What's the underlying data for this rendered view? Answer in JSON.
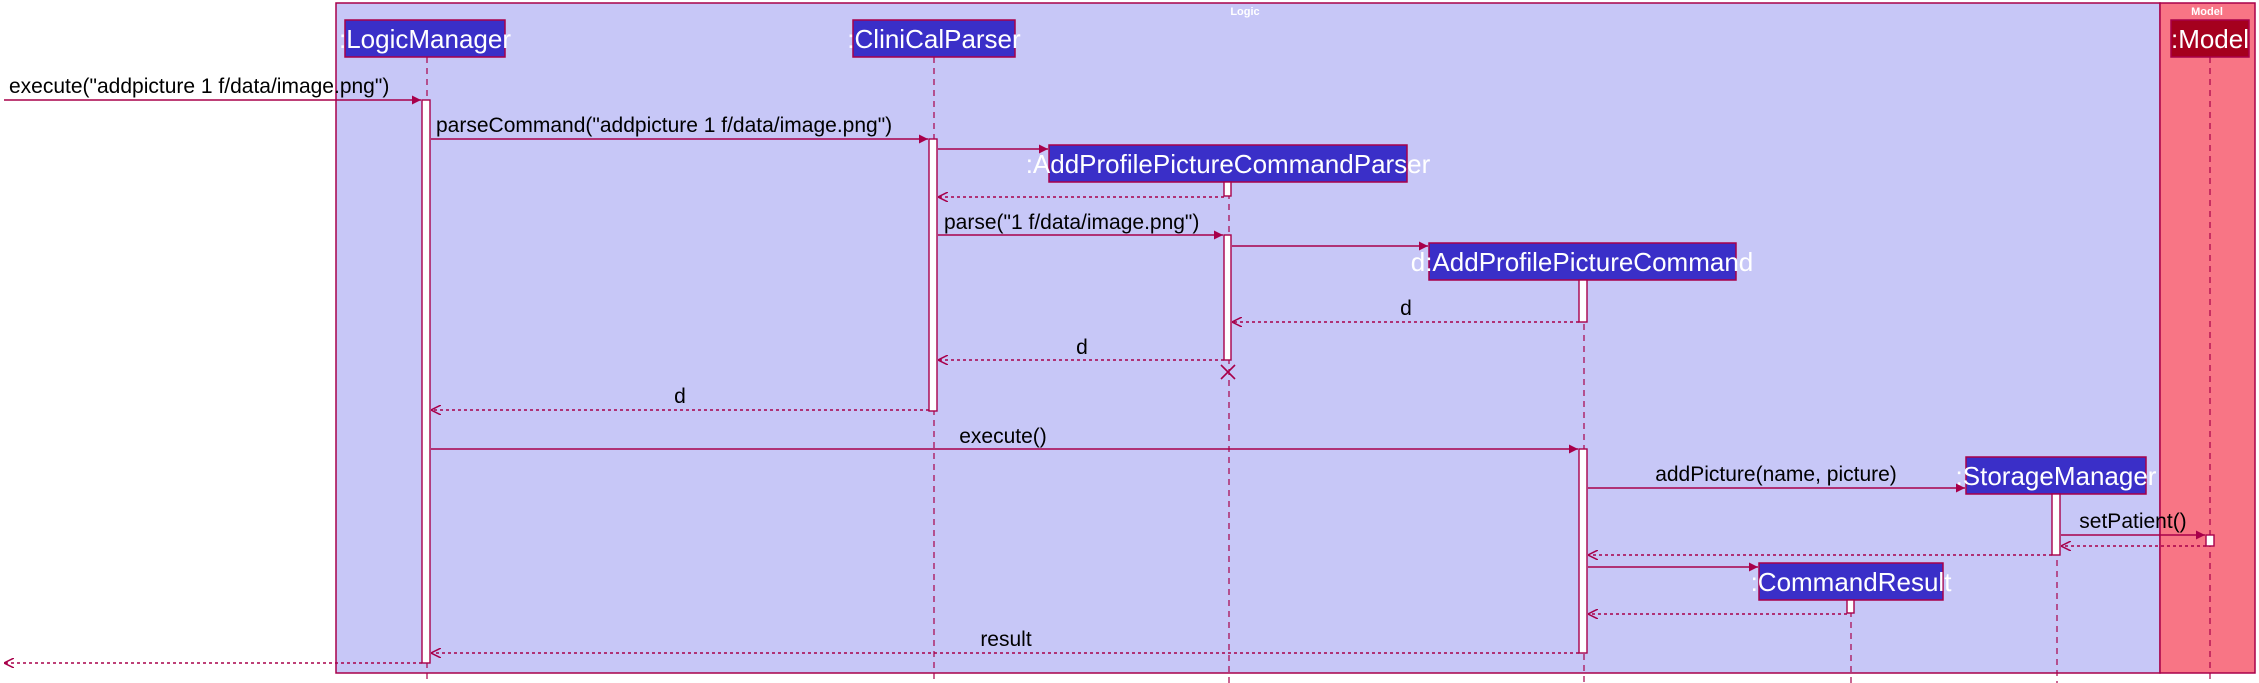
{
  "frames": {
    "logic": "Logic",
    "model": "Model"
  },
  "participants": {
    "logic_manager": ":LogicManager",
    "clinical_parser": ":CliniCalParser",
    "add_profile_picture_command_parser": ":AddProfilePictureCommandParser",
    "add_profile_picture_command": "d:AddProfilePictureCommand",
    "storage_manager": ":StorageManager",
    "command_result": ":CommandResult",
    "model": ":Model"
  },
  "messages": {
    "execute_call": "execute(\"addpicture 1 f/data/image.png\")",
    "parse_command": "parseCommand(\"addpicture 1 f/data/image.png\")",
    "parse": "parse(\"1 f/data/image.png\")",
    "return_d_1": "d",
    "return_d_2": "d",
    "return_d_3": "d",
    "execute": "execute()",
    "add_picture": "addPicture(name, picture)",
    "set_patient": "setPatient()",
    "result": "result"
  },
  "colors": {
    "logic_frame": "#c7c7f7",
    "model_frame": "#f87585",
    "frame_border": "#a8004a",
    "participant_fill": "#3a2fc8",
    "model_participant_fill": "#a5001e",
    "arrow": "#a8004a"
  }
}
